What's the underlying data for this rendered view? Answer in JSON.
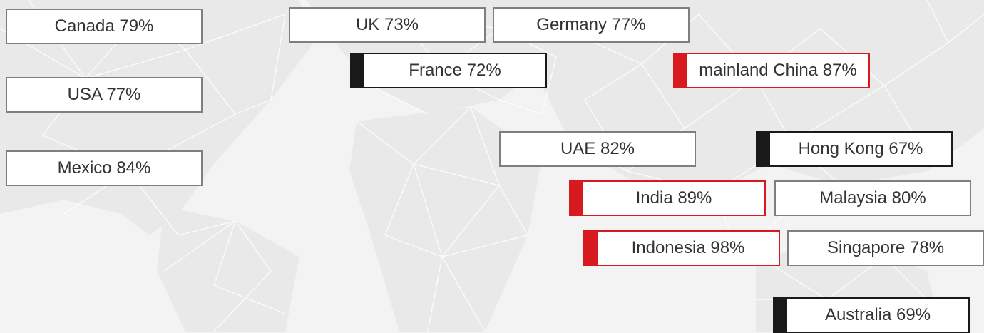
{
  "colors": {
    "background": "#f3f3f3",
    "land": "#e8e8e8",
    "mesh_line": "#ffffff",
    "box_border_default": "#7f7f7f",
    "high_accent": "#d71920",
    "low_accent": "#1a1a1a",
    "text": "#333333"
  },
  "countries": [
    {
      "id": "canada",
      "label": "Canada 79%",
      "country": "Canada",
      "value": 79,
      "level": "default"
    },
    {
      "id": "usa",
      "label": "USA 77%",
      "country": "USA",
      "value": 77,
      "level": "default"
    },
    {
      "id": "mexico",
      "label": "Mexico 84%",
      "country": "Mexico",
      "value": 84,
      "level": "default"
    },
    {
      "id": "uk",
      "label": "UK 73%",
      "country": "UK",
      "value": 73,
      "level": "default"
    },
    {
      "id": "germany",
      "label": "Germany 77%",
      "country": "Germany",
      "value": 77,
      "level": "default"
    },
    {
      "id": "france",
      "label": "France 72%",
      "country": "France",
      "value": 72,
      "level": "low"
    },
    {
      "id": "china",
      "label": "mainland China 87%",
      "country": "mainland China",
      "value": 87,
      "level": "high"
    },
    {
      "id": "uae",
      "label": "UAE 82%",
      "country": "UAE",
      "value": 82,
      "level": "default"
    },
    {
      "id": "hong-kong",
      "label": "Hong Kong 67%",
      "country": "Hong Kong",
      "value": 67,
      "level": "low"
    },
    {
      "id": "india",
      "label": "India 89%",
      "country": "India",
      "value": 89,
      "level": "high"
    },
    {
      "id": "malaysia",
      "label": "Malaysia 80%",
      "country": "Malaysia",
      "value": 80,
      "level": "default"
    },
    {
      "id": "indonesia",
      "label": "Indonesia 98%",
      "country": "Indonesia",
      "value": 98,
      "level": "high"
    },
    {
      "id": "singapore",
      "label": "Singapore 78%",
      "country": "Singapore",
      "value": 78,
      "level": "default"
    },
    {
      "id": "australia",
      "label": "Australia 69%",
      "country": "Australia",
      "value": 69,
      "level": "low"
    }
  ]
}
